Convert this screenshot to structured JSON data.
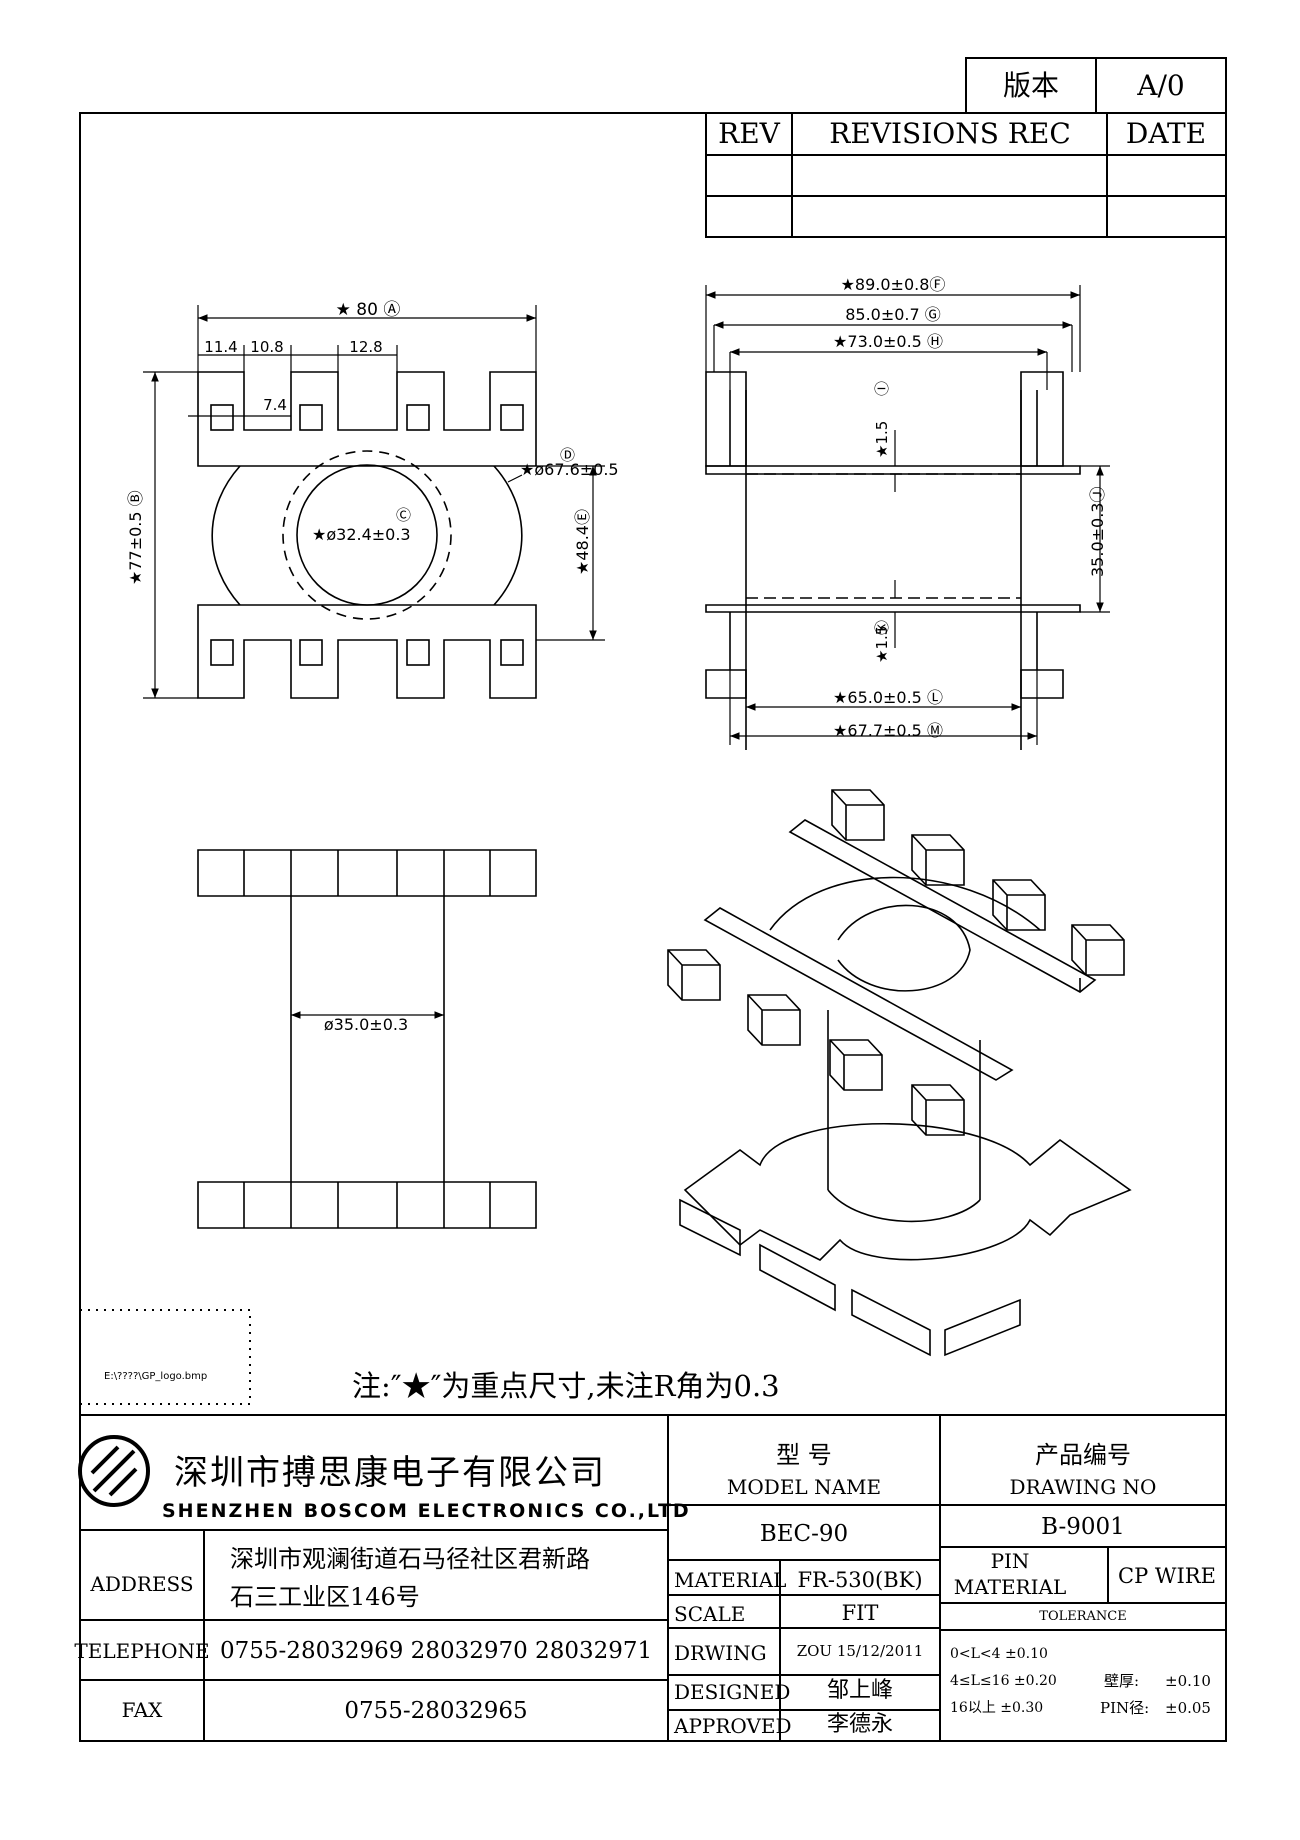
{
  "version_box": {
    "label": "版本",
    "value": "A/0"
  },
  "revision_table": {
    "rev_header": "REV",
    "records_header": "REVISIONS REC",
    "date_header": "DATE"
  },
  "dimensions": {
    "top_width": "★ 80 Ⓐ",
    "seg_1": "11.4",
    "seg_2": "10.8",
    "seg_3": "12.8",
    "seg_4": "7.4",
    "height_total": "★77±0.5 Ⓑ",
    "flange_dia": "★ø67.6±0.5",
    "flange_dia_tag": "Ⓓ",
    "inner_dia": "★ø32.4±0.3",
    "inner_dia_tag": "Ⓒ",
    "height_inner": "★48.4Ⓔ",
    "side_w1": "★89.0±0.8Ⓕ",
    "side_w2": "85.0±0.7 Ⓖ",
    "side_w3": "★73.0±0.5 Ⓗ",
    "wall_top": "★1.5",
    "wall_top_tag": "Ⓘ",
    "wall_bot": "★1.5",
    "wall_bot_tag": "Ⓚ",
    "side_height": "35.0±0.3Ⓙ",
    "side_w4": "★65.0±0.5 Ⓛ",
    "side_w5": "★67.7±0.5 Ⓜ",
    "core_dia": "ø35.0±0.3"
  },
  "logo_path": "E:\\????\\GP_logo.bmp",
  "note": "注:″★″为重点尺寸,未注R角为0.3",
  "company": {
    "name_cn": "深圳市搏思康电子有限公司",
    "name_en": "SHENZHEN BOSCOM ELECTRONICS CO.,LTD"
  },
  "title_block": {
    "address_label": "ADDRESS",
    "address_line1": "深圳市观澜街道石马径社区君新路",
    "address_line2": "石三工业区146号",
    "telephone_label": "TELEPHONE",
    "telephone_value": "0755-28032969 28032970 28032971",
    "fax_label": "FAX",
    "fax_value": "0755-28032965",
    "model_cn": "型     号",
    "model_en": "MODEL NAME",
    "model_value": "BEC-90",
    "drawing_cn": "产品编号",
    "drawing_en": "DRAWING NO",
    "drawing_value": "B-9001",
    "material_label": "MATERIAL",
    "material_value": "FR-530(BK)",
    "scale_label": "SCALE",
    "scale_value": "FIT",
    "drwing_label": "DRWING",
    "drwing_value": "ZOU 15/12/2011",
    "designed_label": "DESIGNED",
    "designed_value": "邹上峰",
    "approved_label": "APPROVED",
    "approved_value": "李德永",
    "pin_label": "PIN",
    "pin_material_label": "MATERIAL",
    "pin_value": "CP WIRE",
    "tolerance_label": "TOLERANCE",
    "tol_row1": "0<L<4    ±0.10",
    "tol_row2": "4≤L≤16  ±0.20",
    "tol_row3": "16以上      ±0.30",
    "wall_label": "壁厚:",
    "wall_value": "±0.10",
    "pin_dia_label": "PIN径:",
    "pin_dia_value": "±0.05"
  }
}
